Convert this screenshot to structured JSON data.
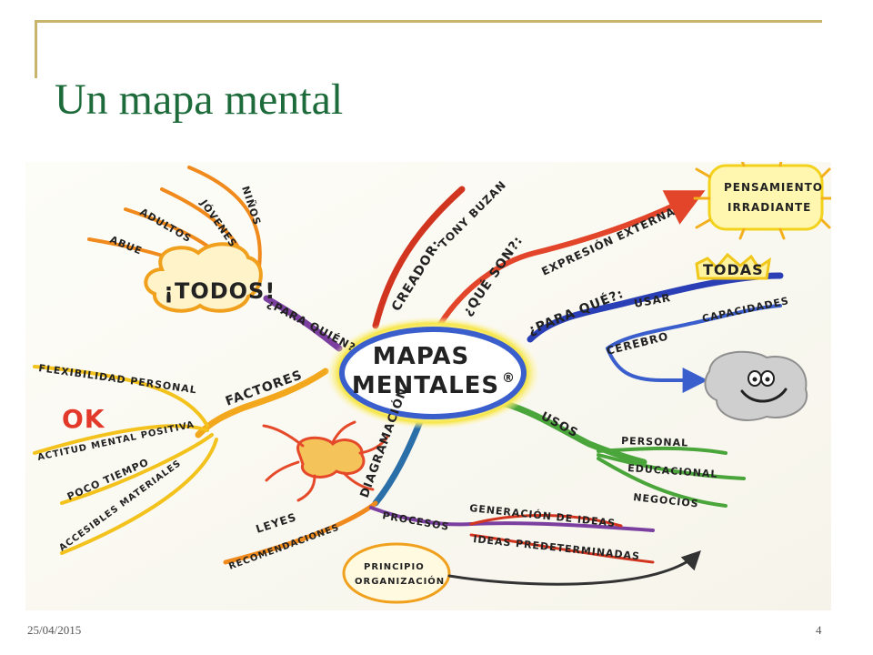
{
  "slide": {
    "title": "Un mapa mental",
    "date": "25/04/2015",
    "page_number": "4"
  },
  "mind_map": {
    "center": [
      "MAPAS",
      "MENTALES"
    ],
    "registered_mark": "®",
    "branches": {
      "para_quien": {
        "label": "¿PARA QUIÉN?",
        "hub": "¡TODOS!",
        "leaves": [
          "NIÑOS",
          "JÓVENES",
          "ADULTOS",
          "ABUE"
        ]
      },
      "creador": {
        "label": "CREADOR:",
        "value": "TONY BUZAN"
      },
      "que_son": {
        "label": "¿QUÉ SON?:",
        "value": "EXPRESIÓN EXTERNA",
        "target": [
          "PENSAMIENTO",
          "IRRADIANTE"
        ]
      },
      "para_que": {
        "label": "¿PARA QUÉ?:",
        "usar": "USAR",
        "todas": "TODAS",
        "capacidades": "CAPACIDADES",
        "cerebro": "CEREBRO"
      },
      "factores": {
        "label": "FACTORES",
        "ok": "OK",
        "leaves": [
          "FLEXIBILIDAD PERSONAL",
          "ACTITUD MENTAL POSITIVA",
          "POCO TIEMPO",
          "ACCESIBLES MATERIALES"
        ]
      },
      "diagramacion": {
        "label": "DIAGRAMACIÓN",
        "leyes": "LEYES",
        "recomendaciones": "RECOMENDACIONES",
        "procesos": "PROCESOS",
        "process_items": [
          "GENERACIÓN DE IDEAS",
          "IDEAS PREDETERMINADAS"
        ],
        "principio": [
          "PRINCIPIO",
          "ORGANIZACIÓN"
        ]
      },
      "usos": {
        "label": "USOS",
        "leaves": [
          "PERSONAL",
          "EDUCACIONAL",
          "NEGOCIOS"
        ]
      }
    }
  },
  "colors": {
    "title": "#1d6b3a",
    "decor_line": "#c8b46a",
    "center_ring": "#3a5fcd",
    "center_glow": "#f6e64a"
  }
}
